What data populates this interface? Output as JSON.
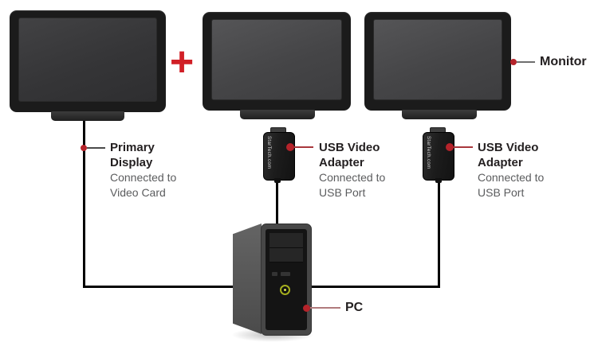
{
  "plus_sign": "+",
  "adapter_brand": "StarTech.com",
  "labels": {
    "monitor": {
      "title": "Monitor"
    },
    "primary_display": {
      "title": "Primary Display",
      "subtitle": "Connected to Video Card"
    },
    "usb_adapter_1": {
      "title": "USB Video Adapter",
      "subtitle": "Connected to USB Port"
    },
    "usb_adapter_2": {
      "title": "USB Video Adapter",
      "subtitle": "Connected to USB Port"
    },
    "pc": {
      "title": "PC"
    }
  },
  "colors": {
    "accent_red": "#c0202a",
    "label_dark": "#231f20",
    "label_gray": "#5b5c5e",
    "cable_black": "#000000"
  }
}
